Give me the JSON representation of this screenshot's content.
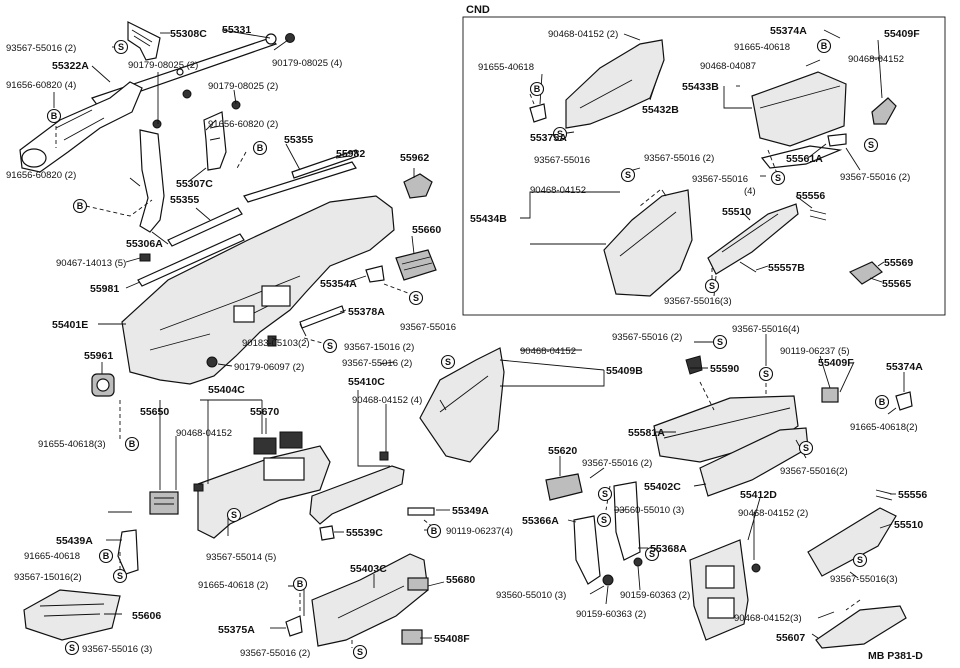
{
  "diagram": {
    "inset_title": "CND",
    "footer_code": "MB  P381-D",
    "symbols": {
      "s": "S",
      "b": "B"
    },
    "labels": {
      "l01": "93567-55016 (2)",
      "l02": "55308C",
      "l03": "55331",
      "l04": "55322A",
      "l05": "90179-08025 (2)",
      "l06": "90179-08025 (4)",
      "l07": "91656-60820 (4)",
      "l08": "90179-08025 (2)",
      "l09": "91656-60820 (2)",
      "l10": "55355",
      "l11": "55982",
      "l12": "55962",
      "l13": "55307C",
      "l14": "91656-60820 (2)",
      "l15": "55355",
      "l16": "55306A",
      "l17": "55660",
      "l18": "90467-14013 (5)",
      "l19": "55981",
      "l20": "55354A",
      "l21": "55378A",
      "l22": "93567-55016",
      "l23": "55401E",
      "l24": "93567-15016 (2)",
      "l25": "90183-05103(2)",
      "l26": "55961",
      "l27": "90179-06097 (2)",
      "l28": "93567-55016 (2)",
      "l29": "55404C",
      "l30": "55410C",
      "l31": "55650",
      "l32": "55670",
      "l33": "90468-04152 (4)",
      "l34": "90468-04152",
      "l35": "91655-40618(3)",
      "l36": "55349A",
      "l37": "55539C",
      "l38": "90119-06237(4)",
      "l39": "55439A",
      "l40": "91665-40618",
      "l41": "93567-15016(2)",
      "l42": "93567-55014 (5)",
      "l43": "55403C",
      "l44": "55606",
      "l45": "91665-40618 (2)",
      "l46": "55680",
      "l47": "55375A",
      "l48": "93567-55016 (3)",
      "l49": "93567-55016 (2)",
      "l50": "55408F",
      "l51": "90468-04152 (2)",
      "l52": "55374A",
      "l53": "55409F",
      "l54": "91665-40618",
      "l55": "91655-40618",
      "l56": "90468-04152",
      "l57": "90468-04087",
      "l58": "55433B",
      "l59": "55432B",
      "l60": "55375A",
      "l61": "93567-55016",
      "l62": "55561A",
      "l63": "93567-55016 (2)",
      "l64": "93567-55016 (2)",
      "l65": "93567-55016",
      "l66": "(4)",
      "l67": "90468-04152",
      "l68": "55556",
      "l69": "55434B",
      "l70": "55510",
      "l71": "55569",
      "l72": "55557B",
      "l73": "55565",
      "l74": "93567-55016(3)",
      "l75": "93567-55016 (2)",
      "l76": "93567-55016(4)",
      "l77": "90468-04152",
      "l78": "55409B",
      "l79": "90119-06237 (5)",
      "l80": "55409F",
      "l81": "55590",
      "l82": "55374A",
      "l83": "55581A",
      "l84": "91665-40618(2)",
      "l85": "55620",
      "l86": "93567-55016 (2)",
      "l87": "93567-55016(2)",
      "l88": "55402C",
      "l89": "55412D",
      "l90": "55556",
      "l91": "93560-55010 (3)",
      "l92": "55366A",
      "l93": "90468-04152 (2)",
      "l94": "55510",
      "l95": "55368A",
      "l96": "93560-55010 (3)",
      "l97": "90159-60363 (2)",
      "l98": "93567-55016(3)",
      "l99": "90159-60363 (2)",
      "l100": "90468-04152(3)",
      "l101": "55607"
    }
  }
}
